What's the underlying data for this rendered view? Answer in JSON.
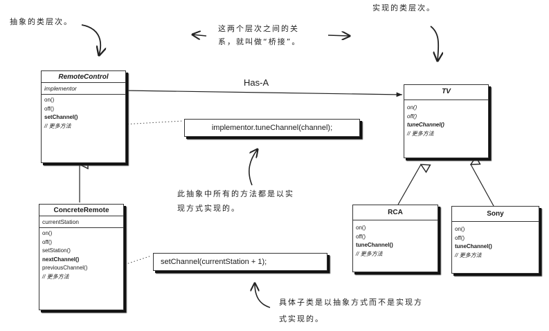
{
  "annotations": {
    "abstraction_hierarchy": "抽象的类层次。",
    "implementation_hierarchy": "实现的类层次。",
    "bridge_relation_line1": "这两个层次之间的关",
    "bridge_relation_line2": "系，就叫做“桥接”。",
    "abstraction_methods_line1": "此抽象中所有的方法都是以实",
    "abstraction_methods_line2": "现方式实现的。",
    "concrete_subclass_line1": "具体子类是以抽象方式而不是实现方",
    "concrete_subclass_line2": "式实现的。"
  },
  "relation_label": "Has-A",
  "classes": {
    "remote_control": {
      "name": "RemoteControl",
      "attributes": [
        "implementor"
      ],
      "methods": [
        "on()",
        "off()",
        "setChannel()",
        "// 更多方法"
      ]
    },
    "concrete_remote": {
      "name": "ConcreteRemote",
      "attributes": [
        "currentStation"
      ],
      "methods": [
        "on()",
        "off()",
        "setStation()",
        "nextChannel()",
        "previousChannel()",
        "// 更多方法"
      ]
    },
    "tv": {
      "name": "TV",
      "attributes": [],
      "methods": [
        "on()",
        "off()",
        "tuneChannel()",
        "// 更多方法"
      ]
    },
    "rca": {
      "name": "RCA",
      "methods": [
        "on()",
        "off()",
        "tuneChannel()",
        "// 更多方法"
      ]
    },
    "sony": {
      "name": "Sony",
      "methods": [
        "on()",
        "off()",
        "tuneChannel()",
        "// 更多方法"
      ]
    }
  },
  "code_notes": {
    "set_channel_impl": "implementor.tuneChannel(channel);",
    "next_channel_impl": "setChannel(currentStation + 1);"
  }
}
